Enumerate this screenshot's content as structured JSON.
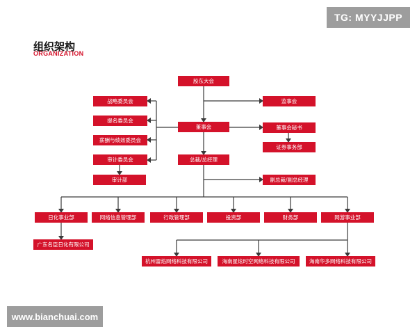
{
  "watermark_top": "TG: MYYJJPP",
  "watermark_bottom": "www.bianchuai.com",
  "title_cn": "组织架构",
  "title_en": "ORGANIZATION",
  "nodes": {
    "shareholders": "股东大会",
    "supervisors": "监事会",
    "board": "董事会",
    "board_secretary": "董事会秘书",
    "securities": "证券事务部",
    "strategy": "战略委员会",
    "nomination": "提名委员会",
    "compensation": "薪酬与绩效委员会",
    "audit_committee": "审计委员会",
    "audit_dept": "审计部",
    "ceo": "总裁/总经理",
    "vp": "副总裁/副总经理",
    "daily_chem": "日化事业部",
    "network_info": "网络信息管理部",
    "admin": "行政管理部",
    "investment": "投资部",
    "finance": "财务部",
    "online_games": "网游事业部",
    "guangdong_co": "广东名臣日化有限公司",
    "hangzhou_co": "杭州雷焰网络科技有限公司",
    "hainan_xingxian": "海南星炫时空网络科技有限公司",
    "hainan_huaduo": "海南华多网络科技有限公司"
  },
  "colors": {
    "box": "#d4122a",
    "line": "#3a3a3a",
    "watermark": "#9d9d9d"
  }
}
